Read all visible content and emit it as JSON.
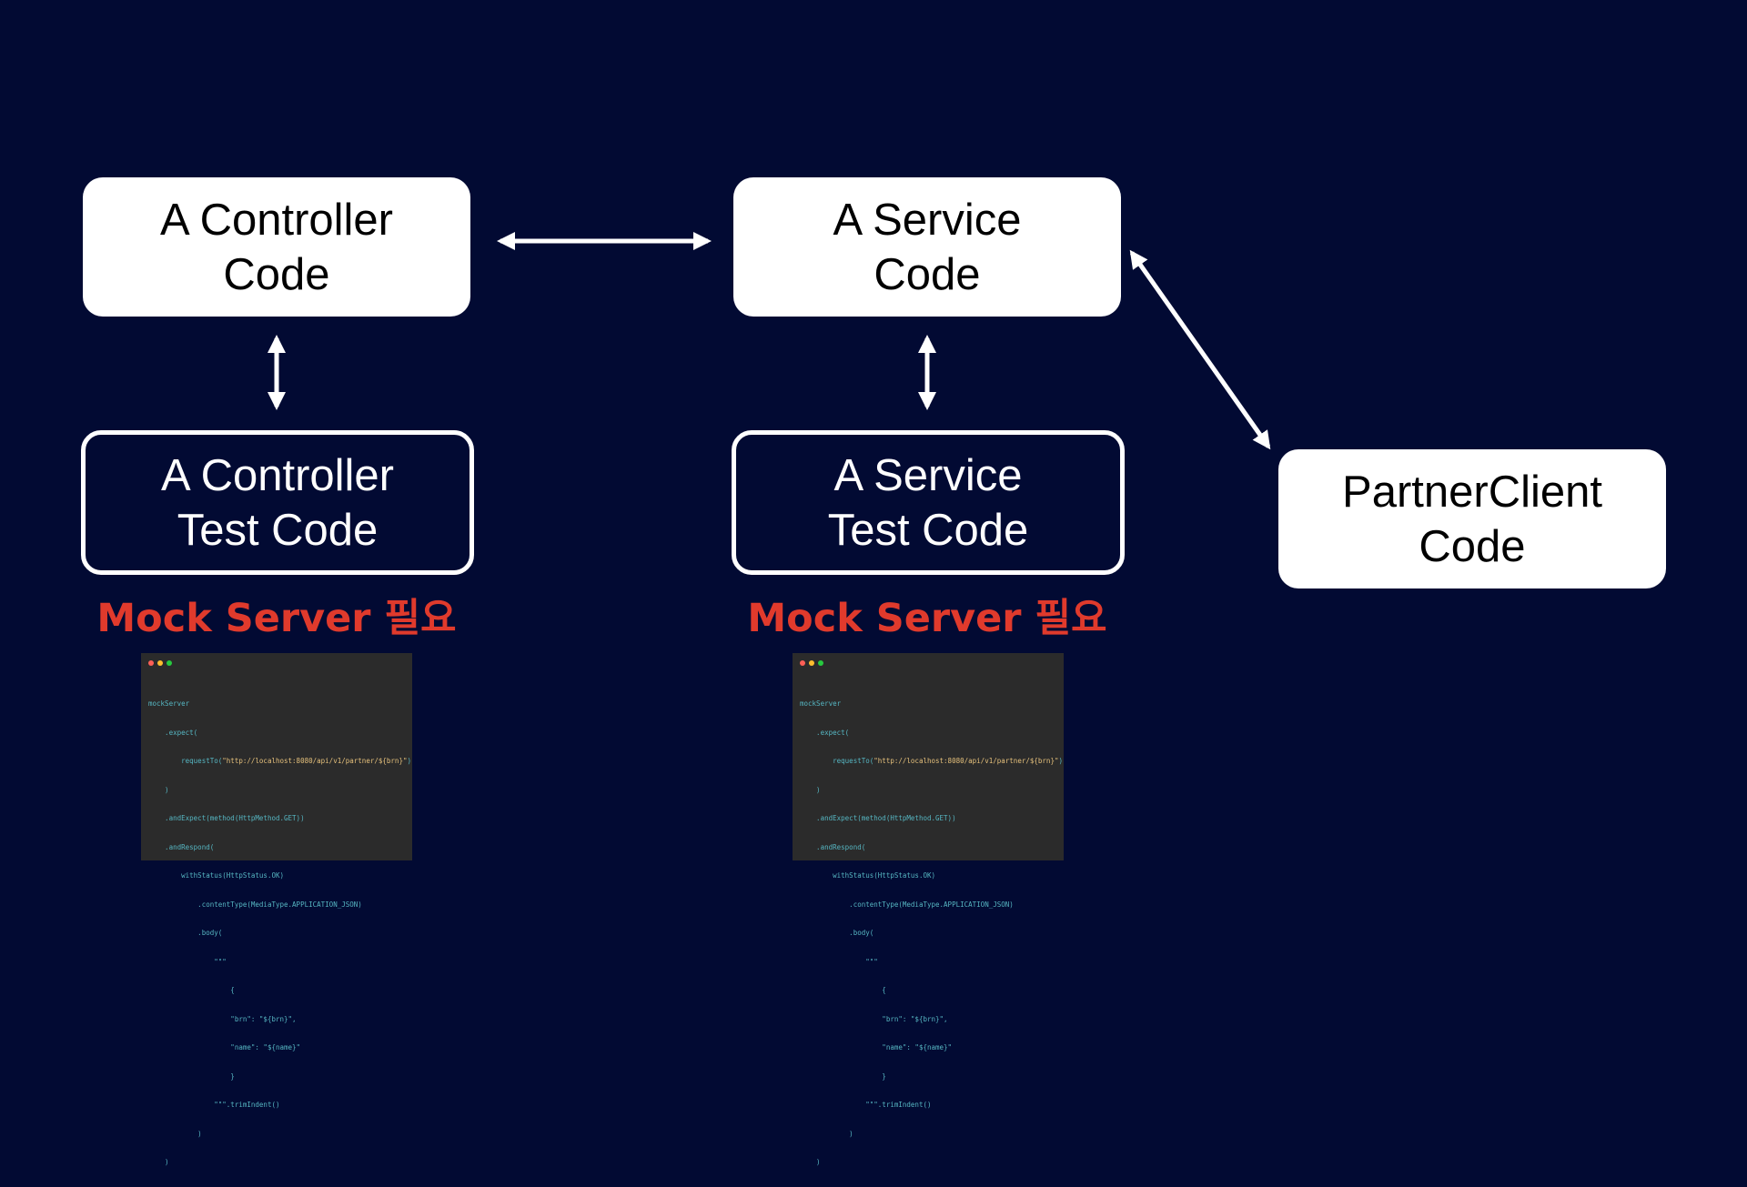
{
  "boxes": {
    "controller": {
      "line1": "A Controller",
      "line2": "Code"
    },
    "service": {
      "line1": "A Service",
      "line2": "Code"
    },
    "controller_test": {
      "line1": "A Controller",
      "line2": "Test Code"
    },
    "service_test": {
      "line1": "A Service",
      "line2": "Test Code"
    },
    "partner": {
      "line1": "PartnerClient",
      "line2": "Code"
    }
  },
  "notes": {
    "mock_server_left": "Mock Server 필요",
    "mock_server_right": "Mock Server 필요"
  },
  "code_snippet": {
    "l1": "mockServer",
    "l2": "    .expect(",
    "l3a": "        requestTo(",
    "l3b": "\"http://localhost:8080/api/v1/partner/${brn}\"",
    "l3c": ")",
    "l4": "    )",
    "l5": "    .andExpect(method(HttpMethod.GET))",
    "l6": "    .andRespond(",
    "l7": "        withStatus(HttpStatus.OK)",
    "l8": "            .contentType(MediaType.APPLICATION_JSON)",
    "l9": "            .body(",
    "l10": "                \"\"\"",
    "l11": "                    {",
    "l12": "                    \"brn\": \"${brn}\",",
    "l13": "                    \"name\": \"${name}\"",
    "l14": "                    }",
    "l15": "                \"\"\".trimIndent()",
    "l16": "            )",
    "l17": "    )"
  },
  "colors": {
    "background": "#020a33",
    "box_fill": "#ffffff",
    "warning_text": "#e03a2c",
    "code_bg": "#2b2b2b",
    "code_text": "#56b6c2",
    "code_string": "#e5c07b"
  }
}
